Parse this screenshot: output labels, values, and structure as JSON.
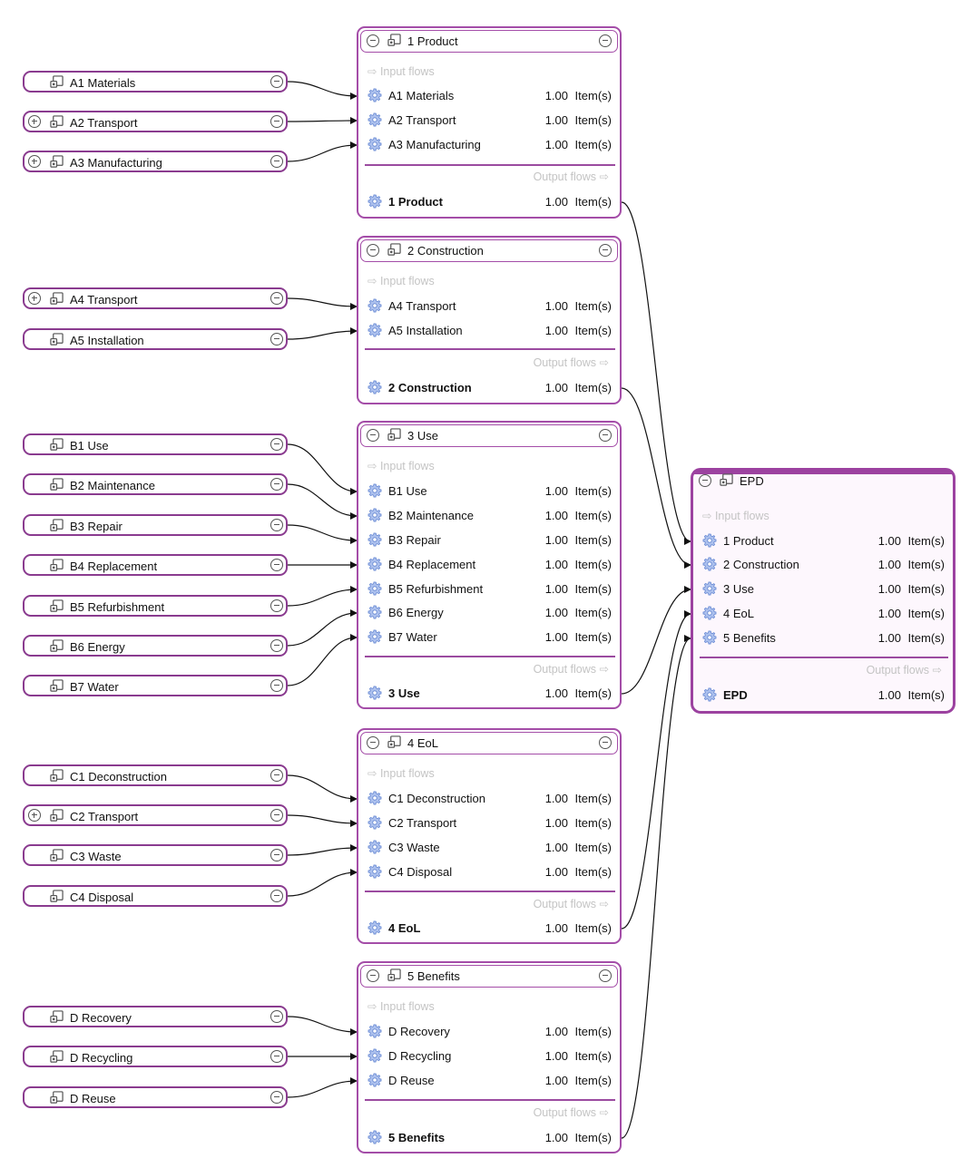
{
  "unit_label": "Item(s)",
  "default_amount": "1.00",
  "section_labels": {
    "input": "⇨ Input flows",
    "output": "Output flows ⇨"
  },
  "colors": {
    "node_border": "#8a3b8f",
    "process_border": "#a44da8",
    "epd_background": "#fdf7fd",
    "gear_icon": "#6f8fd6",
    "section_text": "#c4c4c4"
  },
  "source_nodes": [
    {
      "label": "A1 Materials",
      "expandable": false
    },
    {
      "label": "A2 Transport",
      "expandable": true
    },
    {
      "label": "A3 Manufacturing",
      "expandable": true
    },
    {
      "label": "A4 Transport",
      "expandable": true
    },
    {
      "label": "A5 Installation",
      "expandable": false
    },
    {
      "label": "B1 Use",
      "expandable": false
    },
    {
      "label": "B2 Maintenance",
      "expandable": false
    },
    {
      "label": "B3 Repair",
      "expandable": false
    },
    {
      "label": "B4 Replacement",
      "expandable": false
    },
    {
      "label": "B5 Refurbishment",
      "expandable": false
    },
    {
      "label": "B6 Energy",
      "expandable": false
    },
    {
      "label": "B7 Water",
      "expandable": false
    },
    {
      "label": "C1 Deconstruction",
      "expandable": false
    },
    {
      "label": "C2 Transport",
      "expandable": true
    },
    {
      "label": "C3 Waste",
      "expandable": false
    },
    {
      "label": "C4 Disposal",
      "expandable": false
    },
    {
      "label": "D Recovery",
      "expandable": false
    },
    {
      "label": "D Recycling",
      "expandable": false
    },
    {
      "label": "D Reuse",
      "expandable": false
    }
  ],
  "process_nodes": [
    {
      "title": "1 Product",
      "inputs": [
        {
          "name": "A1 Materials",
          "amount": "1.00"
        },
        {
          "name": "A2 Transport",
          "amount": "1.00"
        },
        {
          "name": "A3 Manufacturing",
          "amount": "1.00"
        }
      ],
      "output": {
        "name": "1 Product",
        "amount": "1.00"
      }
    },
    {
      "title": "2 Construction",
      "inputs": [
        {
          "name": "A4 Transport",
          "amount": "1.00"
        },
        {
          "name": "A5 Installation",
          "amount": "1.00"
        }
      ],
      "output": {
        "name": "2 Construction",
        "amount": "1.00"
      }
    },
    {
      "title": "3 Use",
      "inputs": [
        {
          "name": "B1 Use",
          "amount": "1.00"
        },
        {
          "name": "B2 Maintenance",
          "amount": "1.00"
        },
        {
          "name": "B3 Repair",
          "amount": "1.00"
        },
        {
          "name": "B4 Replacement",
          "amount": "1.00"
        },
        {
          "name": "B5 Refurbishment",
          "amount": "1.00"
        },
        {
          "name": "B6 Energy",
          "amount": "1.00"
        },
        {
          "name": "B7 Water",
          "amount": "1.00"
        }
      ],
      "output": {
        "name": "3 Use",
        "amount": "1.00"
      }
    },
    {
      "title": "4 EoL",
      "inputs": [
        {
          "name": "C1 Deconstruction",
          "amount": "1.00"
        },
        {
          "name": "C2 Transport",
          "amount": "1.00"
        },
        {
          "name": "C3 Waste",
          "amount": "1.00"
        },
        {
          "name": "C4 Disposal",
          "amount": "1.00"
        }
      ],
      "output": {
        "name": "4 EoL",
        "amount": "1.00"
      }
    },
    {
      "title": "5 Benefits",
      "inputs": [
        {
          "name": "D Recovery",
          "amount": "1.00"
        },
        {
          "name": "D Recycling",
          "amount": "1.00"
        },
        {
          "name": "D Reuse",
          "amount": "1.00"
        }
      ],
      "output": {
        "name": "5 Benefits",
        "amount": "1.00"
      }
    }
  ],
  "epd_node": {
    "title": "EPD",
    "inputs": [
      {
        "name": "1 Product",
        "amount": "1.00"
      },
      {
        "name": "2 Construction",
        "amount": "1.00"
      },
      {
        "name": "3 Use",
        "amount": "1.00"
      },
      {
        "name": "4 EoL",
        "amount": "1.00"
      },
      {
        "name": "5 Benefits",
        "amount": "1.00"
      }
    ],
    "output": {
      "name": "EPD",
      "amount": "1.00"
    }
  }
}
